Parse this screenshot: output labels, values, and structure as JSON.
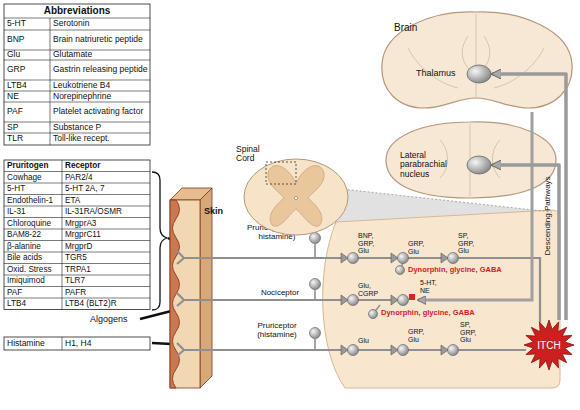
{
  "diagram": {
    "nodes": [
      {
        "text": [
          "Brain"
        ]
      },
      {
        "text": [
          "Thalamus"
        ],
        "in": 0
      },
      {
        "text": [
          "Lateral parabrachial nucleus"
        ]
      },
      {
        "text": [
          "Spinal Cord"
        ]
      },
      {
        "text": [
          "ITCH"
        ]
      }
    ],
    "edges": [
      {
        "from": 4,
        "to": 1,
        "arrow": "to"
      },
      {
        "from": 4,
        "to": 2,
        "arrow": "to"
      }
    ],
    "labels": [
      "Abbreviations",
      "5-HT",
      "Serotonin",
      "BNP",
      "Brain natriuretic peptide",
      "Glu",
      "Glutamate",
      "GRP",
      "Gastrin releasing peptide",
      "LTB4",
      "Leukotriene B4",
      "NE",
      "Norepinephrine",
      "PAF",
      "Platelet activating factor",
      "SP",
      "Substance P",
      "TLR",
      "Toll-like recept.",
      "Pruritogen",
      "Receptor",
      "Cowhage",
      "PAR2/4",
      "5-HT",
      "5-HT 2A, 7",
      "Endothelin-1",
      "ETA",
      "IL-31",
      "IL-31RA/OSMR",
      "Chloroquine",
      "MrgprA3",
      "BAM8-22",
      "MrgprC11",
      "β-alanine",
      "MrgprD",
      "Bile acids",
      "TGR5",
      "Oxid. Stress",
      "TRPA1",
      "Imiquimod",
      "TLR7",
      "PAF",
      "PAFR",
      "LTB4",
      "LTB4 (BLT2)R",
      "Algogens",
      "Histamine",
      "H1, H4",
      "Skin",
      "Pruriceptor (non-histamine)",
      "Nociceptor",
      "Pruriceptor (histamine)",
      "BNP, GRP, Glu",
      "GRP, Glu",
      "SP, GRP, Glu",
      "Dynorphin, glycine, GABA",
      "Glu, CGRP",
      "5-HT, NE",
      "Dynorphin, glycine, GABA",
      "Glu",
      "GRP, Glu",
      "SP, GRP, Glu",
      "Descending Pathways"
    ]
  }
}
